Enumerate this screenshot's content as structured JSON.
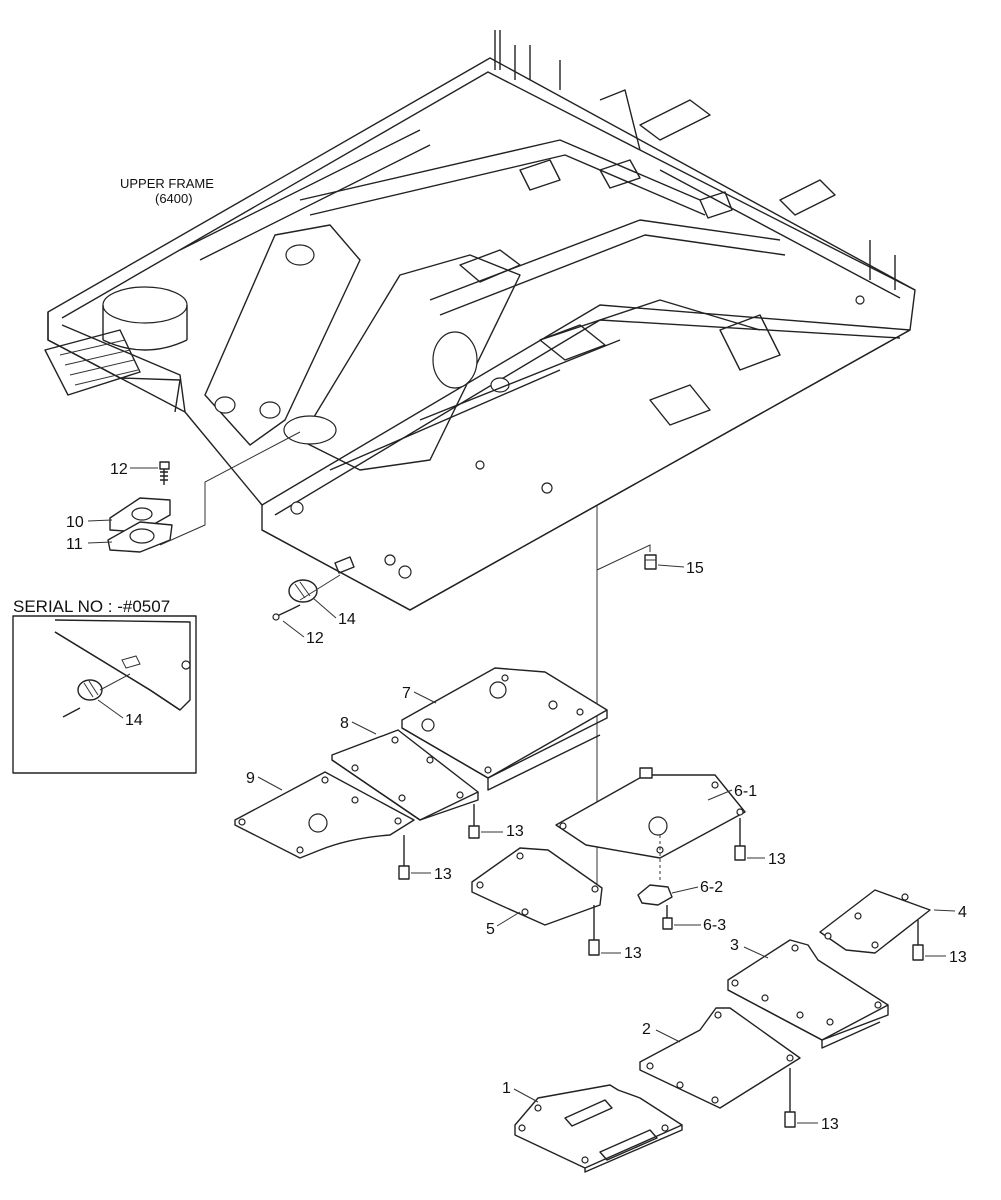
{
  "frame": {
    "name": "UPPER FRAME",
    "code": "(6400)"
  },
  "inset": {
    "serial_label": "SERIAL NO : -#0507",
    "part": "14"
  },
  "callouts": {
    "p1": "1",
    "p2": "2",
    "p3": "3",
    "p4": "4",
    "p5": "5",
    "p6_1": "6-1",
    "p6_2": "6-2",
    "p6_3": "6-3",
    "p7": "7",
    "p8": "8",
    "p9": "9",
    "p10": "10",
    "p11": "11",
    "p12a": "12",
    "p12b": "12",
    "p13_a": "13",
    "p13_b": "13",
    "p13_c": "13",
    "p13_d": "13",
    "p13_e": "13",
    "p13_f": "13",
    "p14": "14",
    "p15": "15"
  }
}
